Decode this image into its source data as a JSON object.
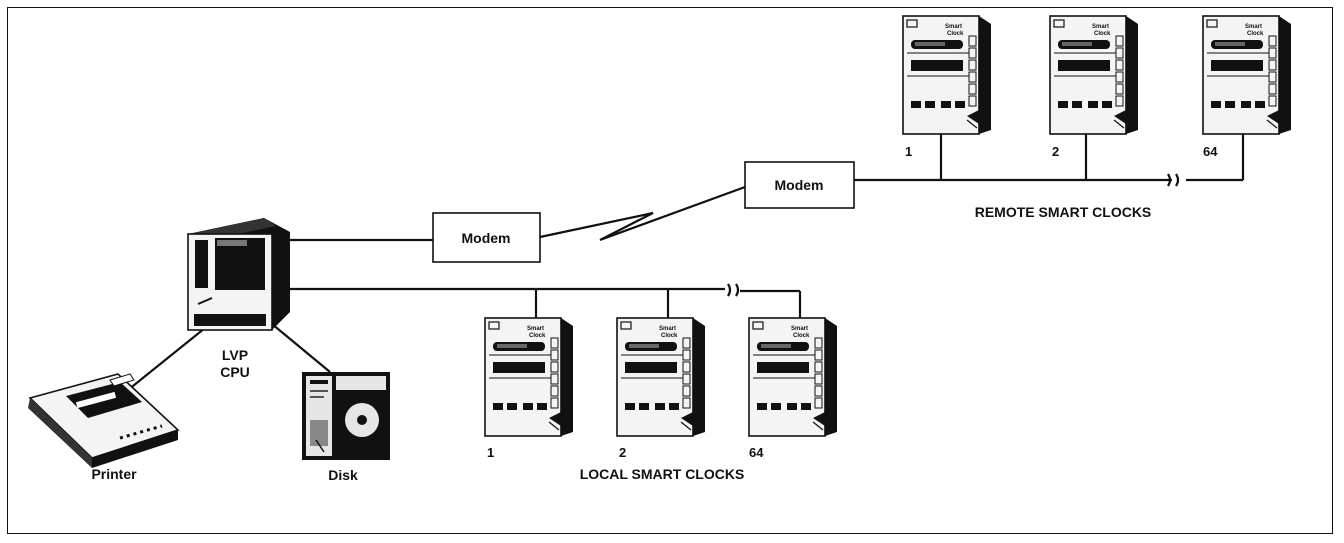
{
  "cpu": {
    "line1": "LVP",
    "line2": "CPU"
  },
  "printer": {
    "label": "Printer"
  },
  "disk": {
    "label": "Disk"
  },
  "modems": {
    "local_label": "Modem",
    "remote_label": "Modem"
  },
  "remote_clocks": {
    "group_label": "REMOTE SMART CLOCKS",
    "items": [
      {
        "number": "1"
      },
      {
        "number": "2"
      },
      {
        "number": "64"
      }
    ]
  },
  "local_clocks": {
    "group_label": "LOCAL SMART CLOCKS",
    "items": [
      {
        "number": "1"
      },
      {
        "number": "2"
      },
      {
        "number": "64"
      }
    ]
  },
  "colors": {
    "ink": "#111111",
    "paper": "#ffffff"
  }
}
